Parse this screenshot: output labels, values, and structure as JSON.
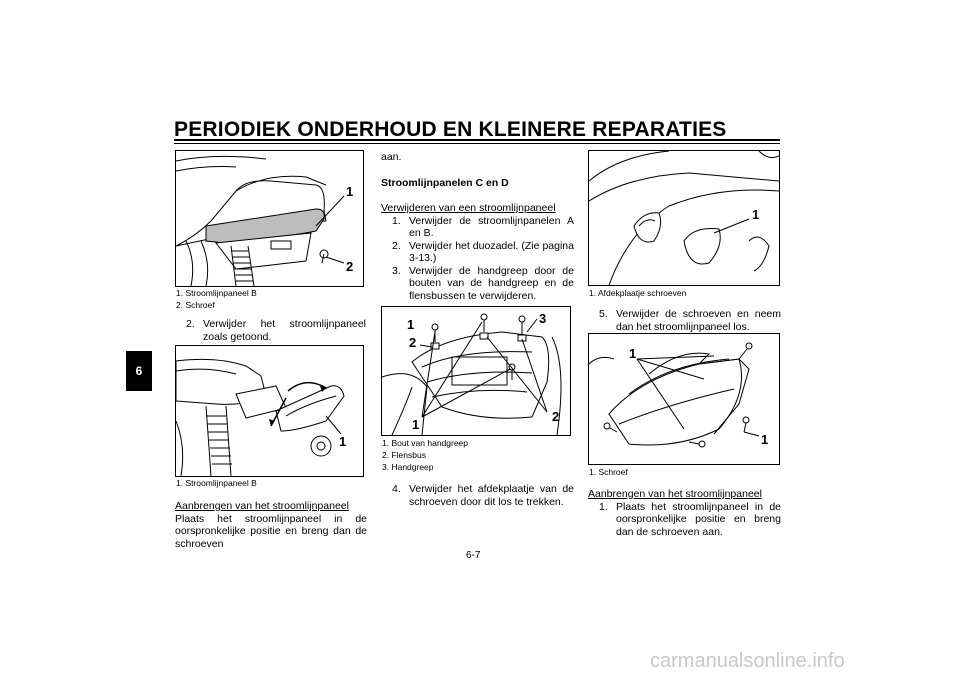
{
  "header": {
    "title": "PERIODIEK ONDERHOUD EN KLEINERE REPARATIES",
    "tab": "6"
  },
  "fig1": {
    "captions": [
      "1. Stroomlijnpaneel B",
      "2. Schroef"
    ],
    "callouts": [
      "1",
      "2"
    ]
  },
  "col1": {
    "step2": {
      "num": "2.",
      "text": "Verwijder het stroomlijnpaneel zoals getoond."
    },
    "install_heading": "Aanbrengen van het stroomlijnpaneel",
    "install_text": "Plaats het stroomlijnpaneel in de oorspronkelijke positie en breng dan de schroeven"
  },
  "fig2": {
    "captions": [
      "1. Stroomlijnpaneel B"
    ],
    "callouts": [
      "1"
    ]
  },
  "col2": {
    "cont": "aan.",
    "section": "Stroomlijnpanelen C en D",
    "remove_heading": "Verwijderen van een stroomlijnpaneel",
    "steps": [
      {
        "num": "1.",
        "text": "Verwijder de stroomlijnpanelen A en B."
      },
      {
        "num": "2.",
        "text": "Verwijder het duozadel. (Zie pagina 3-13.)"
      },
      {
        "num": "3.",
        "text": "Verwijder de handgreep door de bouten van de handgreep en de flensbussen te verwijderen."
      }
    ],
    "step4": {
      "num": "4.",
      "text": "Verwijder het afdekplaatje van de schroeven door dit los te trekken."
    }
  },
  "fig3": {
    "captions": [
      "1. Bout van handgreep",
      "2. Flensbus",
      "3. Handgreep"
    ],
    "callouts": [
      "1",
      "2",
      "3",
      "1",
      "2"
    ]
  },
  "fig4": {
    "captions": [
      "1. Afdekplaatje schroeven"
    ],
    "callouts": [
      "1"
    ]
  },
  "col3": {
    "step5": {
      "num": "5.",
      "text": "Verwijder de schroeven en neem dan het stroomlijnpaneel los."
    },
    "install_heading": "Aanbrengen van het stroomlijnpaneel",
    "step1": {
      "num": "1.",
      "text": "Plaats het stroomlijnpaneel in de oorspronkelijke positie en breng dan de schroeven aan."
    }
  },
  "fig5": {
    "captions": [
      "1. Schroef"
    ],
    "callouts": [
      "1",
      "1",
      "1"
    ]
  },
  "footer": {
    "page": "6-7"
  },
  "watermark": "carmanualsonline.info"
}
